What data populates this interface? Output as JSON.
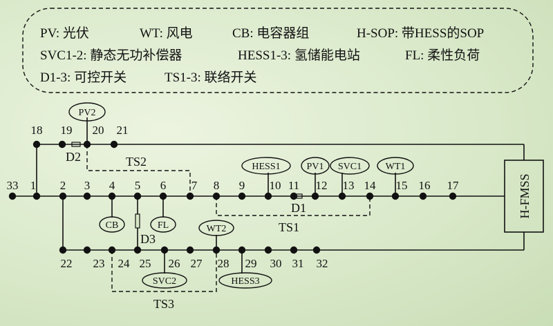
{
  "legend": {
    "rows": [
      [
        "PV: 光伏",
        "WT: 风电",
        "CB: 电容器组",
        "H-SOP: 带HESS的SOP"
      ],
      [
        "SVC1-2: 静态无功补偿器",
        "HESS1-3: 氢储能电站",
        "FL: 柔性负荷"
      ],
      [
        "D1-3: 可控开关",
        "TS1-3: 联络开关"
      ]
    ]
  },
  "buses": {
    "main": [
      "33",
      "1",
      "2",
      "3",
      "4",
      "5",
      "6",
      "7",
      "8",
      "9",
      "10",
      "11",
      "12",
      "13",
      "14",
      "15",
      "16",
      "17"
    ],
    "upper": [
      "18",
      "19",
      "20",
      "21"
    ],
    "lower": [
      "22",
      "23",
      "24",
      "25",
      "26",
      "27",
      "28",
      "29",
      "30",
      "31",
      "32"
    ]
  },
  "devices": {
    "pv2": "PV2",
    "hess1": "HESS1",
    "pv1": "PV1",
    "svc1": "SVC1",
    "wt1": "WT1",
    "cb": "CB",
    "fl": "FL",
    "wt2": "WT2",
    "svc2": "SVC2",
    "hess3": "HESS3",
    "hfmss": "H-FMSS"
  },
  "labels": {
    "d1": "D1",
    "d2": "D2",
    "d3": "D3",
    "ts1": "TS1",
    "ts2": "TS2",
    "ts3": "TS3"
  }
}
